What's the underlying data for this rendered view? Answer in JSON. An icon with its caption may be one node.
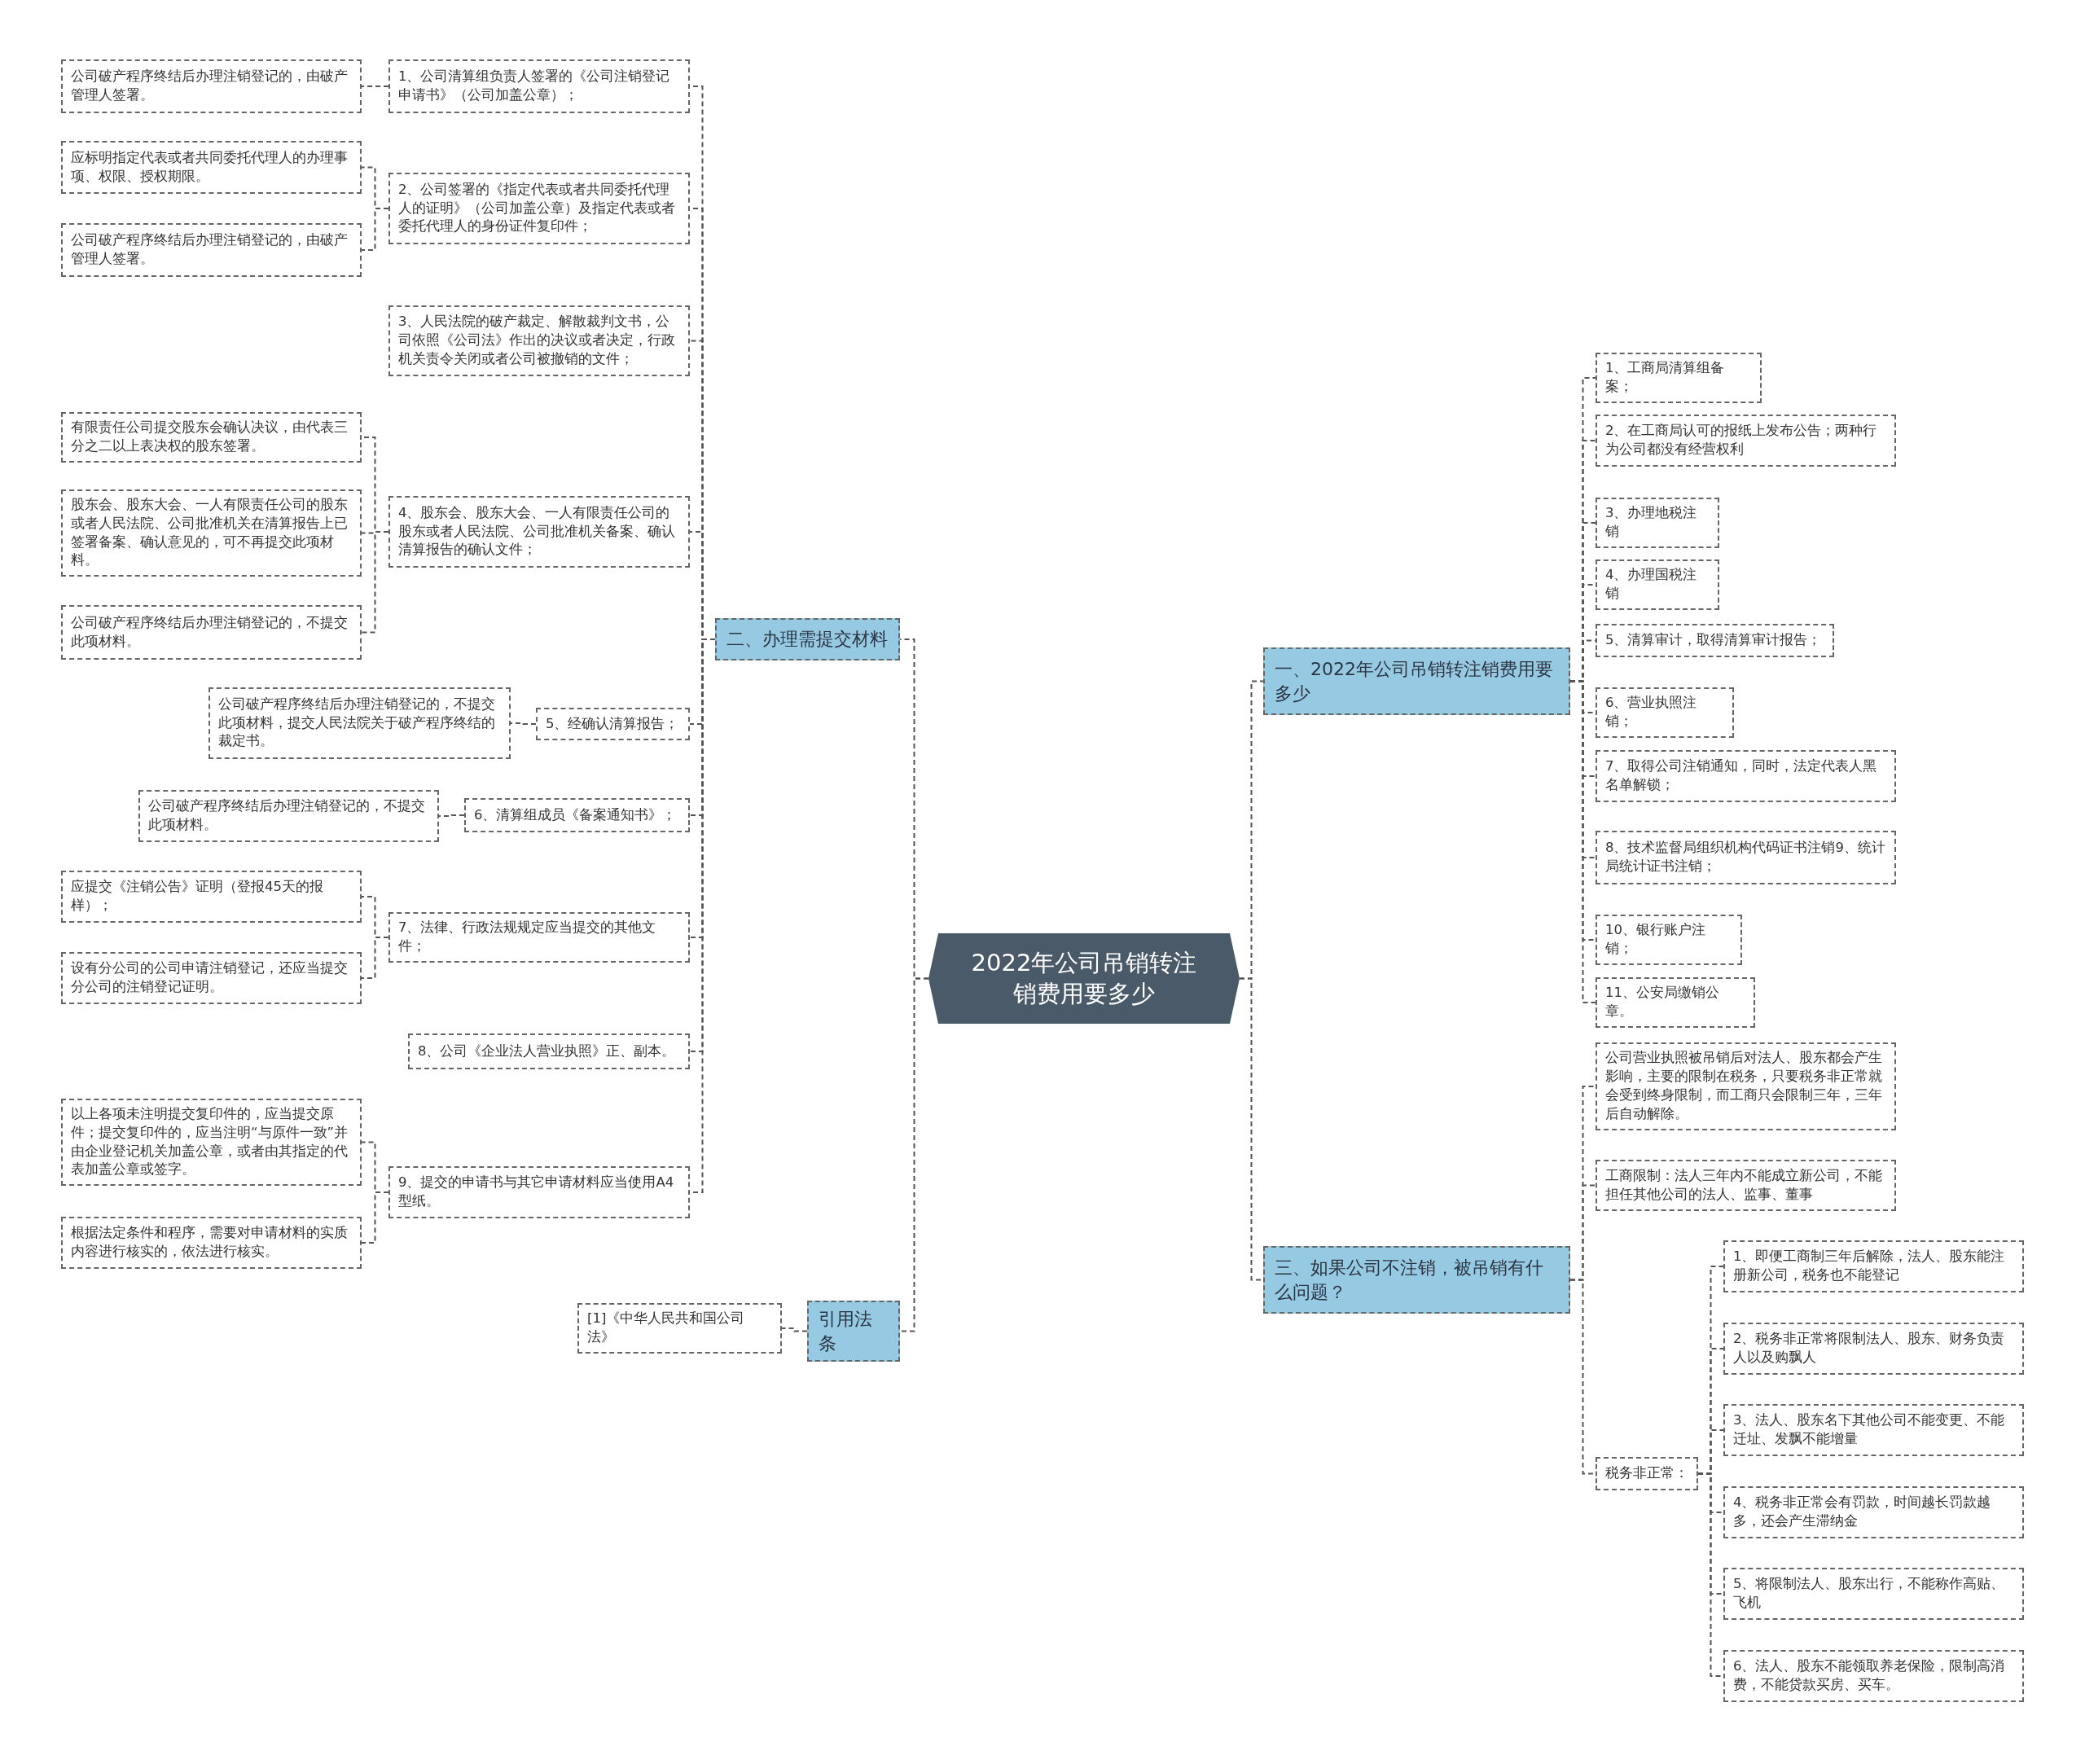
{
  "diagram": {
    "nodes": [
      {
        "text": [
          "2022年公司吊销转注销费用要多少"
        ]
      },
      {
        "text": [
          "二、办理需提交材料"
        ]
      },
      {
        "text": [
          "1、公司清算组负责人签署的《公司注销登记申请书》（公司加盖公章）；"
        ]
      },
      {
        "text": [
          "公司破产程序终结后办理注销登记的，由破产管理人签署。"
        ]
      },
      {
        "text": [
          "2、公司签署的《指定代表或者共同委托代理人的证明》（公司加盖公章）及指定代表或者委托代理人的身份证件复印件；"
        ]
      },
      {
        "text": [
          "应标明指定代表或者共同委托代理人的办理事项、权限、授权期限。"
        ]
      },
      {
        "text": [
          "公司破产程序终结后办理注销登记的，由破产管理人签署。"
        ]
      },
      {
        "text": [
          "3、人民法院的破产裁定、解散裁判文书，公司依照《公司法》作出的决议或者决定，行政机关责令关闭或者公司被撤销的文件；"
        ]
      },
      {
        "text": [
          "4、股东会、股东大会、一人有限责任公司的股东或者人民法院、公司批准机关备案、确认清算报告的确认文件；"
        ]
      },
      {
        "text": [
          "有限责任公司提交股东会确认决议，由代表三分之二以上表决权的股东签署。"
        ]
      },
      {
        "text": [
          "股东会、股东大会、一人有限责任公司的股东或者人民法院、公司批准机关在清算报告上已签署备案、确认意见的，可不再提交此项材料。"
        ]
      },
      {
        "text": [
          "公司破产程序终结后办理注销登记的，不提交此项材料。"
        ]
      },
      {
        "text": [
          "5、经确认清算报告；"
        ]
      },
      {
        "text": [
          "公司破产程序终结后办理注销登记的，不提交此项材料，提交人民法院关于破产程序终结的裁定书。"
        ]
      },
      {
        "text": [
          "6、清算组成员《备案通知书》；"
        ]
      },
      {
        "text": [
          "公司破产程序终结后办理注销登记的，不提交此项材料。"
        ]
      },
      {
        "text": [
          "7、法律、行政法规规定应当提交的其他文件；"
        ]
      },
      {
        "text": [
          "应提交《注销公告》证明（登报45天的报样）；"
        ]
      },
      {
        "text": [
          "设有分公司的公司申请注销登记，还应当提交分公司的注销登记证明。"
        ]
      },
      {
        "text": [
          "8、公司《企业法人营业执照》正、副本。"
        ]
      },
      {
        "text": [
          "9、提交的申请书与其它申请材料应当使用A4型纸。"
        ]
      },
      {
        "text": [
          "以上各项未注明提交复印件的，应当提交原件；提交复印件的，应当注明“与原件一致”并由企业登记机关加盖公章，或者由其指定的代表加盖公章或签字。"
        ]
      },
      {
        "text": [
          "根据法定条件和程序，需要对申请材料的实质内容进行核实的，依法进行核实。"
        ]
      },
      {
        "text": [
          "引用法条"
        ]
      },
      {
        "text": [
          "[1]《中华人民共和国公司法》"
        ]
      },
      {
        "text": [
          "一、2022年公司吊销转注销费用要多少"
        ]
      },
      {
        "text": [
          "1、工商局清算组备案；"
        ]
      },
      {
        "text": [
          "2、在工商局认可的报纸上发布公告；两种行为公司都没有经营权利"
        ]
      },
      {
        "text": [
          "3、办理地税注销"
        ]
      },
      {
        "text": [
          "4、办理国税注销"
        ]
      },
      {
        "text": [
          "5、清算审计，取得清算审计报告；"
        ]
      },
      {
        "text": [
          "6、营业执照注销；"
        ]
      },
      {
        "text": [
          "7、取得公司注销通知，同时，法定代表人黑名单解锁；"
        ]
      },
      {
        "text": [
          "8、技术监督局组织机构代码证书注销9、统计局统计证书注销；"
        ]
      },
      {
        "text": [
          "10、银行账户注销；"
        ]
      },
      {
        "text": [
          "11、公安局缴销公章。"
        ]
      },
      {
        "text": [
          "三、如果公司不注销，被吊销有什么问题？"
        ]
      },
      {
        "text": [
          "公司营业执照被吊销后对法人、股东都会产生影响，主要的限制在税务，只要税务非正常就会受到终身限制，而工商只会限制三年，三年后自动解除。"
        ]
      },
      {
        "text": [
          "工商限制：法人三年内不能成立新公司，不能担任其他公司的法人、监事、董事"
        ]
      },
      {
        "text": [
          "税务非正常："
        ]
      },
      {
        "text": [
          "1、即便工商制三年后解除，法人、股东能注册新公司，税务也不能登记"
        ]
      },
      {
        "text": [
          "2、税务非正常将限制法人、股东、财务负责人以及购飘人"
        ]
      },
      {
        "text": [
          "3、法人、股东名下其他公司不能变更、不能迁址、发飘不能增量"
        ]
      },
      {
        "text": [
          "4、税务非正常会有罚款，时间越长罚款越多，还会产生滞纳金"
        ]
      },
      {
        "text": [
          "5、将限制法人、股东出行，不能称作高贴、飞机"
        ]
      },
      {
        "text": [
          "6、法人、股东不能领取养老保险，限制高消费，不能贷款买房、买车。"
        ]
      }
    ],
    "edges": [
      {
        "from": 0,
        "to": 1,
        "arrow": "none"
      },
      {
        "from": 1,
        "to": 2,
        "arrow": "none"
      },
      {
        "from": 2,
        "to": 3,
        "arrow": "none"
      },
      {
        "from": 1,
        "to": 4,
        "arrow": "none"
      },
      {
        "from": 4,
        "to": 5,
        "arrow": "none"
      },
      {
        "from": 4,
        "to": 6,
        "arrow": "none"
      },
      {
        "from": 1,
        "to": 7,
        "arrow": "none"
      },
      {
        "from": 1,
        "to": 8,
        "arrow": "none"
      },
      {
        "from": 8,
        "to": 9,
        "arrow": "none"
      },
      {
        "from": 8,
        "to": 10,
        "arrow": "none"
      },
      {
        "from": 8,
        "to": 11,
        "arrow": "none"
      },
      {
        "from": 1,
        "to": 12,
        "arrow": "none"
      },
      {
        "from": 12,
        "to": 13,
        "arrow": "none"
      },
      {
        "from": 1,
        "to": 14,
        "arrow": "none"
      },
      {
        "from": 14,
        "to": 15,
        "arrow": "none"
      },
      {
        "from": 1,
        "to": 16,
        "arrow": "none"
      },
      {
        "from": 16,
        "to": 17,
        "arrow": "none"
      },
      {
        "from": 16,
        "to": 18,
        "arrow": "none"
      },
      {
        "from": 1,
        "to": 19,
        "arrow": "none"
      },
      {
        "from": 1,
        "to": 20,
        "arrow": "none"
      },
      {
        "from": 20,
        "to": 21,
        "arrow": "none"
      },
      {
        "from": 20,
        "to": 22,
        "arrow": "none"
      },
      {
        "from": 0,
        "to": 23,
        "arrow": "none"
      },
      {
        "from": 23,
        "to": 24,
        "arrow": "none"
      },
      {
        "from": 0,
        "to": 25,
        "arrow": "none"
      },
      {
        "from": 25,
        "to": 26,
        "arrow": "none"
      },
      {
        "from": 25,
        "to": 27,
        "arrow": "none"
      },
      {
        "from": 25,
        "to": 28,
        "arrow": "none"
      },
      {
        "from": 25,
        "to": 29,
        "arrow": "none"
      },
      {
        "from": 25,
        "to": 30,
        "arrow": "none"
      },
      {
        "from": 25,
        "to": 31,
        "arrow": "none"
      },
      {
        "from": 25,
        "to": 32,
        "arrow": "none"
      },
      {
        "from": 25,
        "to": 33,
        "arrow": "none"
      },
      {
        "from": 25,
        "to": 34,
        "arrow": "none"
      },
      {
        "from": 25,
        "to": 35,
        "arrow": "none"
      },
      {
        "from": 0,
        "to": 36,
        "arrow": "none"
      },
      {
        "from": 36,
        "to": 37,
        "arrow": "none"
      },
      {
        "from": 36,
        "to": 38,
        "arrow": "none"
      },
      {
        "from": 36,
        "to": 39,
        "arrow": "none"
      },
      {
        "from": 39,
        "to": 40,
        "arrow": "none"
      },
      {
        "from": 39,
        "to": 41,
        "arrow": "none"
      },
      {
        "from": 39,
        "to": 42,
        "arrow": "none"
      },
      {
        "from": 39,
        "to": 43,
        "arrow": "none"
      },
      {
        "from": 39,
        "to": 44,
        "arrow": "none"
      },
      {
        "from": 39,
        "to": 45,
        "arrow": "none"
      }
    ]
  }
}
